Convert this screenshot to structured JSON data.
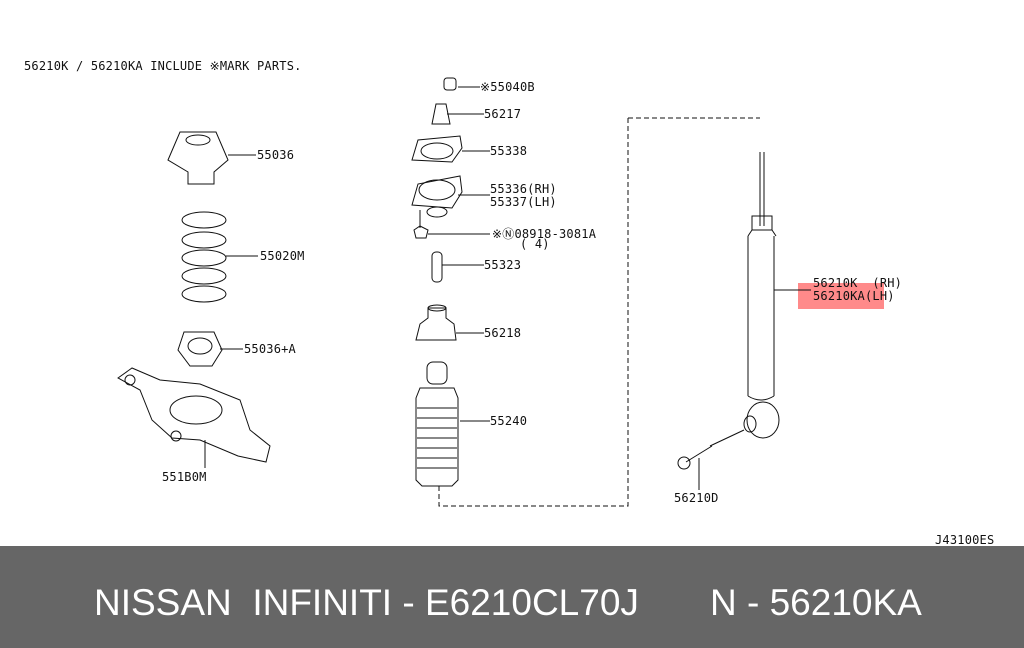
{
  "note": "56210K / 56210KA INCLUDE ※MARK PARTS.",
  "diagram_code": "J43100ES",
  "highlight_color": "#ff8a8a",
  "parts": {
    "p55040b": "※55040B",
    "p56217": "56217",
    "p55338": "55338",
    "p55336": "55336(RH)",
    "p55337": "55337(LH)",
    "p08918": "※Ⓝ08918-3081A",
    "p08918_qty": "( 4)",
    "p55323": "55323",
    "p56218": "56218",
    "p55240": "55240",
    "p55036": "55036",
    "p55020m": "55020M",
    "p55036a": "55036+A",
    "p551b0m": "551B0M",
    "p56210k": "56210K  (RH)",
    "p56210ka": "56210KA(LH)",
    "p56210d": "56210D"
  },
  "footer": {
    "left": "NISSAN  INFINITI - E6210CL70J",
    "right": "N - 56210KA"
  }
}
